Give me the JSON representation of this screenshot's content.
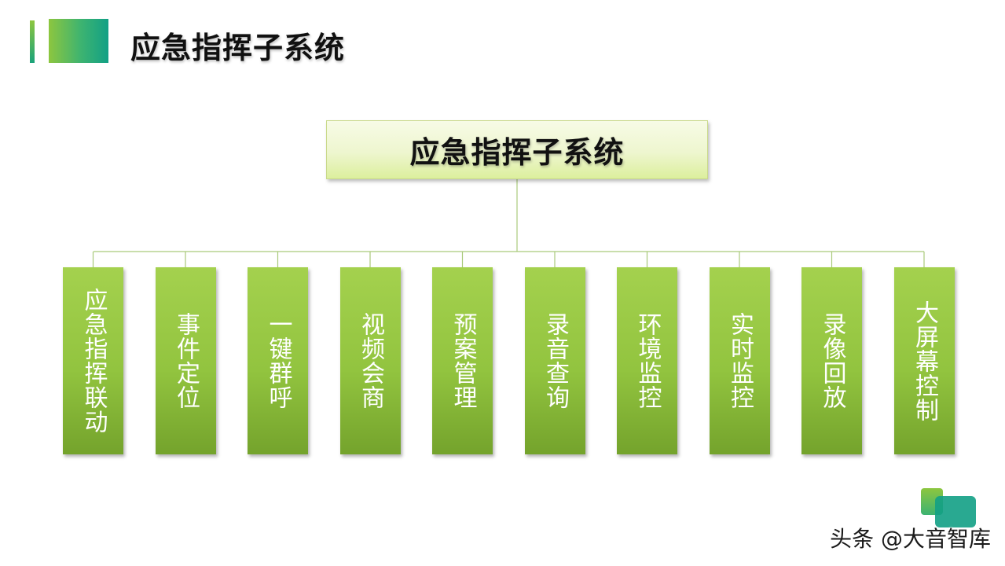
{
  "header": {
    "title": "应急指挥子系统"
  },
  "diagram": {
    "root": {
      "label": "应急指挥子系统"
    },
    "children": [
      {
        "label": "应急指挥联动"
      },
      {
        "label": "事件定位"
      },
      {
        "label": "一键群呼"
      },
      {
        "label": "视频会商"
      },
      {
        "label": "预案管理"
      },
      {
        "label": "录音查询"
      },
      {
        "label": "环境监控"
      },
      {
        "label": "实时监控"
      },
      {
        "label": "录像回放"
      },
      {
        "label": "大屏幕控制"
      }
    ]
  },
  "watermark": {
    "text": "头条 @大音智库"
  },
  "colors": {
    "accent_green": "#8dc63f",
    "accent_teal": "#12a085",
    "child_box": "#92c43f",
    "root_box": "#eef6cf",
    "connector": "#a9c97a"
  }
}
